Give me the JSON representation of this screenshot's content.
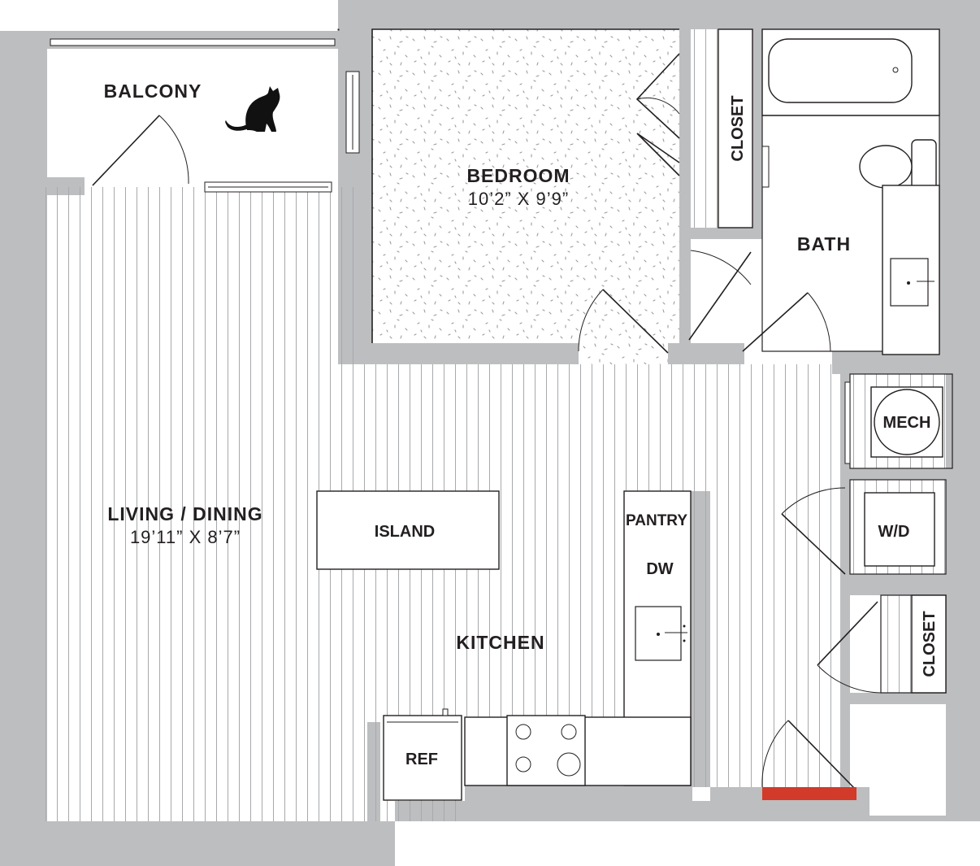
{
  "rooms": {
    "balcony": {
      "label": "BALCONY"
    },
    "bedroom": {
      "label": "BEDROOM",
      "dimensions": "10’2” X 9’9”"
    },
    "closet_bedroom": {
      "label": "CLOSET"
    },
    "bath": {
      "label": "BATH"
    },
    "living_dining": {
      "label": "LIVING / DINING",
      "dimensions": "19’11” X 8’7”"
    },
    "kitchen": {
      "label": "KITCHEN"
    },
    "island": {
      "label": "ISLAND"
    },
    "pantry": {
      "label": "PANTRY"
    },
    "dishwasher": {
      "label": "DW"
    },
    "mech": {
      "label": "MECH"
    },
    "washer_dryer": {
      "label": "W/D"
    },
    "closet_hall": {
      "label": "CLOSET"
    },
    "refrigerator": {
      "label": "REF"
    }
  },
  "icons": {
    "pet": "cat-silhouette-icon",
    "entry": "entry-door-marker"
  },
  "colors": {
    "wall": "#bcbec0",
    "ink": "#231f20",
    "floor_lines": "#a7a9ac",
    "carpet_dots": "#9a9a9a",
    "entry_marker": "#d23a2a"
  }
}
